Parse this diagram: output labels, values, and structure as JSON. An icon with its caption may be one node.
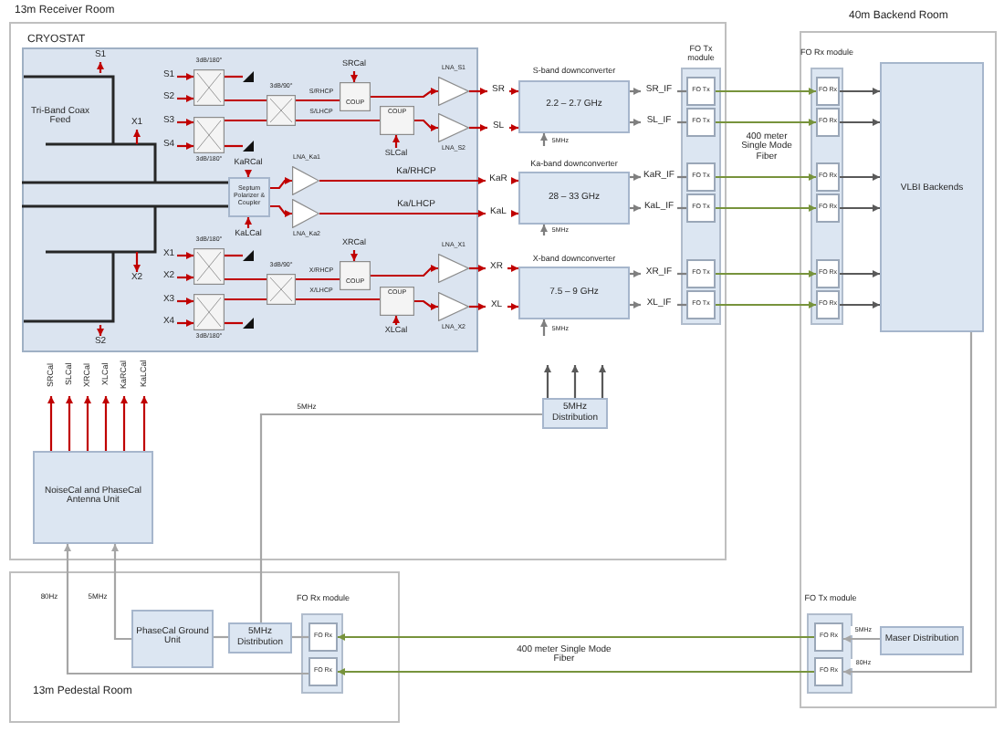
{
  "diagram": {
    "nodes": [
      {
        "text": [
          "13m Receiver Room"
        ]
      },
      {
        "text": [
          "CRYOSTAT"
        ],
        "in": 0
      },
      {
        "text": [
          "Tri-Band Coax Feed"
        ],
        "in": 1
      },
      {
        "text": [
          "S1"
        ],
        "in": 1
      },
      {
        "text": [
          "X1"
        ],
        "in": 2
      },
      {
        "text": [
          "X2"
        ],
        "in": 2
      },
      {
        "text": [
          "S2"
        ],
        "in": 1
      },
      {
        "text": [
          "S1"
        ],
        "in": 1
      },
      {
        "text": [
          "S2"
        ],
        "in": 1
      },
      {
        "text": [
          "S3"
        ],
        "in": 1
      },
      {
        "text": [
          "S4"
        ],
        "in": 1
      },
      {
        "text": [
          "3dB/180°"
        ],
        "in": 1
      },
      {
        "text": [
          "3dB/180°"
        ],
        "in": 1
      },
      {
        "text": [],
        "shape": "triangle",
        "in": 1
      },
      {
        "text": [],
        "shape": "triangle",
        "in": 1
      },
      {
        "text": [
          "3dB/90°"
        ],
        "in": 1
      },
      {
        "text": [
          "SRCal"
        ],
        "in": 1
      },
      {
        "text": [
          "COUP"
        ],
        "in": 1
      },
      {
        "text": [
          "SLCal"
        ],
        "in": 1
      },
      {
        "text": [
          "COUP"
        ],
        "in": 1
      },
      {
        "text": [
          "LNA_S1"
        ],
        "in": 1
      },
      {
        "text": [
          "LNA_S2"
        ],
        "in": 1
      },
      {
        "text": [
          "SR"
        ],
        "in": 0
      },
      {
        "text": [
          "SL"
        ],
        "in": 0
      },
      {
        "text": [
          "KaRCal"
        ],
        "in": 1
      },
      {
        "text": [
          "KaLCal"
        ],
        "in": 1
      },
      {
        "text": [
          "Septum Polarizer & Coupler"
        ],
        "in": 1
      },
      {
        "text": [
          "LNA_Ka1"
        ],
        "in": 1
      },
      {
        "text": [
          "LNA_Ka2"
        ],
        "in": 1
      },
      {
        "text": [
          "KaR"
        ],
        "in": 0
      },
      {
        "text": [
          "KaL"
        ],
        "in": 0
      },
      {
        "text": [
          "X1"
        ],
        "in": 1
      },
      {
        "text": [
          "X2"
        ],
        "in": 1
      },
      {
        "text": [
          "X3"
        ],
        "in": 1
      },
      {
        "text": [
          "X4"
        ],
        "in": 1
      },
      {
        "text": [
          "3dB/180°"
        ],
        "in": 1
      },
      {
        "text": [
          "3dB/180°"
        ],
        "in": 1
      },
      {
        "text": [],
        "shape": "triangle",
        "in": 1
      },
      {
        "text": [],
        "shape": "triangle",
        "in": 1
      },
      {
        "text": [
          "3dB/90°"
        ],
        "in": 1
      },
      {
        "text": [
          "XRCal"
        ],
        "in": 1
      },
      {
        "text": [
          "COUP"
        ],
        "in": 1
      },
      {
        "text": [
          "XLCal"
        ],
        "in": 1
      },
      {
        "text": [
          "COUP"
        ],
        "in": 1
      },
      {
        "text": [
          "LNA_X1"
        ],
        "in": 1
      },
      {
        "text": [
          "LNA_X2"
        ],
        "in": 1
      },
      {
        "text": [
          "XR"
        ],
        "in": 0
      },
      {
        "text": [
          "XL"
        ],
        "in": 0
      },
      {
        "text": [
          "S-band downconverter",
          "2.2 – 2.7 GHz"
        ],
        "in": 0
      },
      {
        "text": [
          "Ka-band downconverter",
          "28 – 33 GHz"
        ],
        "in": 0
      },
      {
        "text": [
          "X-band downconverter",
          "7.5 – 9 GHz"
        ],
        "in": 0
      },
      {
        "text": [
          "SR_IF"
        ],
        "in": 0
      },
      {
        "text": [
          "SL_IF"
        ],
        "in": 0
      },
      {
        "text": [
          "KaR_IF"
        ],
        "in": 0
      },
      {
        "text": [
          "KaL_IF"
        ],
        "in": 0
      },
      {
        "text": [
          "XR_IF"
        ],
        "in": 0
      },
      {
        "text": [
          "XL_IF"
        ],
        "in": 0
      },
      {
        "text": [
          "FO Tx module"
        ],
        "in": 0
      },
      {
        "text": [
          "FO Tx"
        ],
        "in": 57
      },
      {
        "text": [
          "FO Tx"
        ],
        "in": 57
      },
      {
        "text": [
          "FO Tx"
        ],
        "in": 57
      },
      {
        "text": [
          "FO Tx"
        ],
        "in": 57
      },
      {
        "text": [
          "FO Tx"
        ],
        "in": 57
      },
      {
        "text": [
          "FO Tx"
        ],
        "in": 57
      },
      {
        "text": [
          "SRCal"
        ],
        "in": 0
      },
      {
        "text": [
          "SLCal"
        ],
        "in": 0
      },
      {
        "text": [
          "XRCal"
        ],
        "in": 0
      },
      {
        "text": [
          "XLCal"
        ],
        "in": 0
      },
      {
        "text": [
          "KaRCal"
        ],
        "in": 0
      },
      {
        "text": [
          "KaLCal"
        ],
        "in": 0
      },
      {
        "text": [
          "NoiseCal and PhaseCal Antenna Unit"
        ],
        "in": 0
      },
      {
        "text": [
          "5MHz Distribution"
        ],
        "in": 0
      },
      {
        "text": [
          "40m Backend Room"
        ]
      },
      {
        "text": [
          "FO Rx module"
        ],
        "in": 72
      },
      {
        "text": [
          "FO Rx"
        ],
        "in": 73
      },
      {
        "text": [
          "FO Rx"
        ],
        "in": 73
      },
      {
        "text": [
          "FO Rx"
        ],
        "in": 73
      },
      {
        "text": [
          "FO Rx"
        ],
        "in": 73
      },
      {
        "text": [
          "FO Rx"
        ],
        "in": 73
      },
      {
        "text": [
          "FO Rx"
        ],
        "in": 73
      },
      {
        "text": [
          "VLBI Backends"
        ],
        "in": 72
      },
      {
        "text": [
          "FO Tx module"
        ],
        "in": 72
      },
      {
        "text": [
          "FO Rx"
        ],
        "in": 81
      },
      {
        "text": [
          "FO Rx"
        ],
        "in": 81
      },
      {
        "text": [
          "Maser Distribution"
        ],
        "in": 72
      },
      {
        "text": [
          "13m Pedestal Room"
        ]
      },
      {
        "text": [
          "PhaseCal Ground Unit"
        ],
        "in": 85
      },
      {
        "text": [
          "5MHz Distribution"
        ],
        "in": 85
      },
      {
        "text": [
          "FO Rx module"
        ],
        "in": 85
      },
      {
        "text": [
          "FO Rx"
        ],
        "in": 88
      },
      {
        "text": [
          "FO Rx"
        ],
        "in": 88
      }
    ],
    "edges": [
      {
        "from": 2,
        "to": 3,
        "arrow": "to"
      },
      {
        "from": 2,
        "to": 4,
        "arrow": "to"
      },
      {
        "from": 2,
        "to": 5,
        "arrow": "to"
      },
      {
        "from": 2,
        "to": 6,
        "arrow": "to"
      },
      {
        "from": 7,
        "to": 11,
        "arrow": "to"
      },
      {
        "from": 8,
        "to": 11,
        "arrow": "to"
      },
      {
        "from": 9,
        "to": 12,
        "arrow": "to"
      },
      {
        "from": 10,
        "to": 12,
        "arrow": "to"
      },
      {
        "from": 11,
        "to": 13,
        "arrow": "none"
      },
      {
        "from": 11,
        "to": 15,
        "arrow": "none"
      },
      {
        "from": 12,
        "to": 15,
        "arrow": "none"
      },
      {
        "from": 12,
        "to": 14,
        "arrow": "none"
      },
      {
        "from": 15,
        "to": 17,
        "arrow": "none",
        "label": "S/RHCP"
      },
      {
        "from": 15,
        "to": 19,
        "arrow": "none",
        "label": "S/LHCP"
      },
      {
        "from": 16,
        "to": 17,
        "arrow": "to"
      },
      {
        "from": 18,
        "to": 19,
        "arrow": "to"
      },
      {
        "from": 17,
        "to": 20,
        "arrow": "to"
      },
      {
        "from": 19,
        "to": 21,
        "arrow": "to"
      },
      {
        "from": 20,
        "to": 22,
        "arrow": "to"
      },
      {
        "from": 21,
        "to": 23,
        "arrow": "to"
      },
      {
        "from": 22,
        "to": 48,
        "arrow": "to"
      },
      {
        "from": 23,
        "to": 48,
        "arrow": "to"
      },
      {
        "from": 24,
        "to": 26,
        "arrow": "to"
      },
      {
        "from": 25,
        "to": 26,
        "arrow": "to"
      },
      {
        "from": 26,
        "to": 27,
        "arrow": "to"
      },
      {
        "from": 26,
        "to": 28,
        "arrow": "to"
      },
      {
        "from": 27,
        "to": 29,
        "arrow": "to",
        "label": "Ka/RHCP"
      },
      {
        "from": 28,
        "to": 30,
        "arrow": "to",
        "label": "Ka/LHCP"
      },
      {
        "from": 29,
        "to": 49,
        "arrow": "to"
      },
      {
        "from": 30,
        "to": 49,
        "arrow": "to"
      },
      {
        "from": 31,
        "to": 35,
        "arrow": "to"
      },
      {
        "from": 32,
        "to": 35,
        "arrow": "to"
      },
      {
        "from": 33,
        "to": 36,
        "arrow": "to"
      },
      {
        "from": 34,
        "to": 36,
        "arrow": "to"
      },
      {
        "from": 35,
        "to": 37,
        "arrow": "none"
      },
      {
        "from": 35,
        "to": 39,
        "arrow": "none"
      },
      {
        "from": 36,
        "to": 39,
        "arrow": "none"
      },
      {
        "from": 36,
        "to": 38,
        "arrow": "none"
      },
      {
        "from": 39,
        "to": 41,
        "arrow": "none",
        "label": "X/RHCP"
      },
      {
        "from": 39,
        "to": 43,
        "arrow": "none",
        "label": "X/LHCP"
      },
      {
        "from": 40,
        "to": 41,
        "arrow": "to"
      },
      {
        "from": 42,
        "to": 43,
        "arrow": "to"
      },
      {
        "from": 41,
        "to": 44,
        "arrow": "to"
      },
      {
        "from": 43,
        "to": 45,
        "arrow": "to"
      },
      {
        "from": 44,
        "to": 46,
        "arrow": "to"
      },
      {
        "from": 45,
        "to": 47,
        "arrow": "to"
      },
      {
        "from": 46,
        "to": 50,
        "arrow": "to"
      },
      {
        "from": 47,
        "to": 50,
        "arrow": "to"
      },
      {
        "from": null,
        "to": 48,
        "arrow": "to",
        "label": "5MHz",
        "color": "#7f7f7f"
      },
      {
        "from": null,
        "to": 49,
        "arrow": "to",
        "label": "5MHz",
        "color": "#7f7f7f"
      },
      {
        "from": null,
        "to": 50,
        "arrow": "to",
        "label": "5MHz",
        "color": "#7f7f7f"
      },
      {
        "from": 48,
        "to": 51,
        "arrow": "to",
        "color": "#7f7f7f"
      },
      {
        "from": 48,
        "to": 52,
        "arrow": "to",
        "color": "#7f7f7f"
      },
      {
        "from": 49,
        "to": 53,
        "arrow": "to",
        "color": "#7f7f7f"
      },
      {
        "from": 49,
        "to": 54,
        "arrow": "to",
        "color": "#7f7f7f"
      },
      {
        "from": 50,
        "to": 55,
        "arrow": "to",
        "color": "#7f7f7f"
      },
      {
        "from": 50,
        "to": 56,
        "arrow": "to",
        "color": "#7f7f7f"
      },
      {
        "from": 51,
        "to": 58,
        "arrow": "none",
        "color": "#7f7f7f"
      },
      {
        "from": 52,
        "to": 59,
        "arrow": "none",
        "color": "#7f7f7f"
      },
      {
        "from": 53,
        "to": 60,
        "arrow": "none",
        "color": "#7f7f7f"
      },
      {
        "from": 54,
        "to": 61,
        "arrow": "none",
        "color": "#7f7f7f"
      },
      {
        "from": 55,
        "to": 62,
        "arrow": "none",
        "color": "#7f7f7f"
      },
      {
        "from": 56,
        "to": 63,
        "arrow": "none",
        "color": "#7f7f7f"
      },
      {
        "from": 58,
        "to": 74,
        "arrow": "to",
        "color": "#77933c"
      },
      {
        "from": 59,
        "to": 75,
        "arrow": "to",
        "color": "#77933c"
      },
      {
        "from": 60,
        "to": 76,
        "arrow": "to",
        "color": "#77933c"
      },
      {
        "from": 61,
        "to": 77,
        "arrow": "to",
        "color": "#77933c"
      },
      {
        "from": 62,
        "to": 78,
        "arrow": "to",
        "color": "#77933c"
      },
      {
        "from": 63,
        "to": 79,
        "arrow": "to",
        "color": "#77933c"
      },
      {
        "from": 74,
        "to": 80,
        "arrow": "to",
        "color": "#595959"
      },
      {
        "from": 75,
        "to": 80,
        "arrow": "to",
        "color": "#595959"
      },
      {
        "from": 76,
        "to": 80,
        "arrow": "to",
        "color": "#595959"
      },
      {
        "from": 77,
        "to": 80,
        "arrow": "to",
        "color": "#595959"
      },
      {
        "from": 78,
        "to": 80,
        "arrow": "to",
        "color": "#595959"
      },
      {
        "from": 79,
        "to": 80,
        "arrow": "to",
        "color": "#595959"
      },
      {
        "from": 70,
        "to": 64,
        "arrow": "to"
      },
      {
        "from": 70,
        "to": 65,
        "arrow": "to"
      },
      {
        "from": 70,
        "to": 66,
        "arrow": "to"
      },
      {
        "from": 70,
        "to": 67,
        "arrow": "to"
      },
      {
        "from": 70,
        "to": 68,
        "arrow": "to"
      },
      {
        "from": 70,
        "to": 69,
        "arrow": "to"
      },
      {
        "from": 71,
        "to": null,
        "arrow": "to",
        "color": "#595959"
      },
      {
        "from": 71,
        "to": null,
        "arrow": "to",
        "color": "#595959"
      },
      {
        "from": 71,
        "to": null,
        "arrow": "to",
        "color": "#595959"
      },
      {
        "from": 87,
        "to": 71,
        "arrow": "none",
        "label": "5MHz",
        "color": "#a6a6a6"
      },
      {
        "from": 86,
        "to": 70,
        "arrow": "to",
        "label": "5MHz",
        "color": "#a6a6a6"
      },
      {
        "from": 90,
        "to": 70,
        "arrow": "to",
        "label": "80Hz",
        "color": "#a6a6a6"
      },
      {
        "from": 89,
        "to": 87,
        "arrow": "none",
        "color": "#a6a6a6"
      },
      {
        "from": 87,
        "to": 86,
        "arrow": "none",
        "color": "#a6a6a6"
      },
      {
        "from": 84,
        "to": 82,
        "arrow": "to",
        "label": "5MHz",
        "color": "#a6a6a6"
      },
      {
        "from": 80,
        "to": 83,
        "arrow": "to",
        "label": "80Hz",
        "color": "#a6a6a6"
      },
      {
        "from": 82,
        "to": 89,
        "arrow": "to",
        "color": "#77933c"
      },
      {
        "from": 83,
        "to": 90,
        "arrow": "to",
        "color": "#77933c"
      },
      {
        "from": 2,
        "to": 26,
        "arrow": "none",
        "color": "#262626"
      }
    ],
    "labels": [
      "400 meter Single Mode Fiber",
      "400 meter Single Mode Fiber"
    ]
  }
}
